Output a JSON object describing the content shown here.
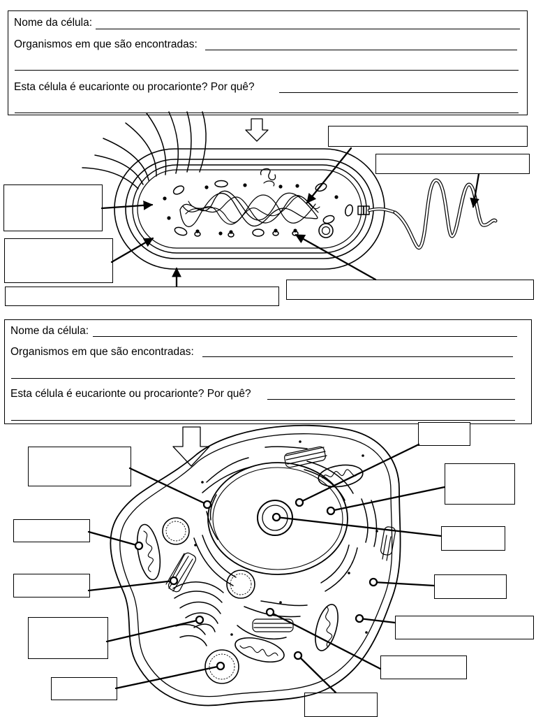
{
  "worksheet": {
    "q_name": "Nome da célula:",
    "q_organisms": "Organismos em que são encontradas:",
    "q_type": "Esta célula é eucarionte ou procarionte? Por quê?"
  },
  "figures": [
    "bacterial-cell",
    "animal-cell"
  ],
  "colors": {
    "ink": "#000000",
    "paper": "#ffffff"
  }
}
